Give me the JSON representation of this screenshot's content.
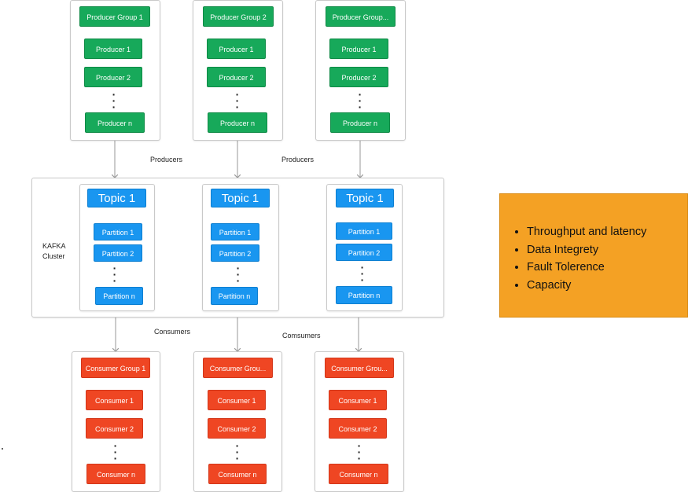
{
  "producers": [
    {
      "group": "Producer Group 1",
      "items": [
        "Producer 1",
        "Producer 2",
        "Producer n"
      ]
    },
    {
      "group": "Producer Group 2",
      "items": [
        "Producer 1",
        "Producer 2",
        "Producer n"
      ]
    },
    {
      "group": "Producer Group...",
      "items": [
        "Producer 1",
        "Producer 2",
        "Producer n"
      ]
    }
  ],
  "producers_labels": [
    "Producers",
    "Producers"
  ],
  "cluster": {
    "label_line1": "KAFKA",
    "label_line2": "Cluster",
    "topics": [
      {
        "title": "Topic 1",
        "partitions": [
          "Partition 1",
          "Partition 2",
          "Partition n"
        ]
      },
      {
        "title": "Topic 1",
        "partitions": [
          "Partition 1",
          "Partition 2",
          "Partition n"
        ]
      },
      {
        "title": "Topic 1",
        "partitions": [
          "Partition 1",
          "Partition 2",
          "Partition n"
        ]
      }
    ]
  },
  "consumers_labels": [
    "Consumers",
    "Comsumers"
  ],
  "consumers": [
    {
      "group": "Consumer Group 1",
      "items": [
        "Consumer 1",
        "Consumer 2",
        "Consumer n"
      ]
    },
    {
      "group": "Consumer Grou...",
      "items": [
        "Consumer 1",
        "Consumer 2",
        "Consumer n"
      ]
    },
    {
      "group": "Consumer Grou...",
      "items": [
        "Consumer 1",
        "Consumer 2",
        "Consumer n"
      ]
    }
  ],
  "info_points": [
    "Throughput and latency",
    "Data Integrety",
    "Fault Tolerence",
    "Capacity"
  ],
  "colors": {
    "producer": "#17a95a",
    "topic": "#1996f0",
    "consumer": "#ef4623",
    "info": "#f4a124"
  }
}
